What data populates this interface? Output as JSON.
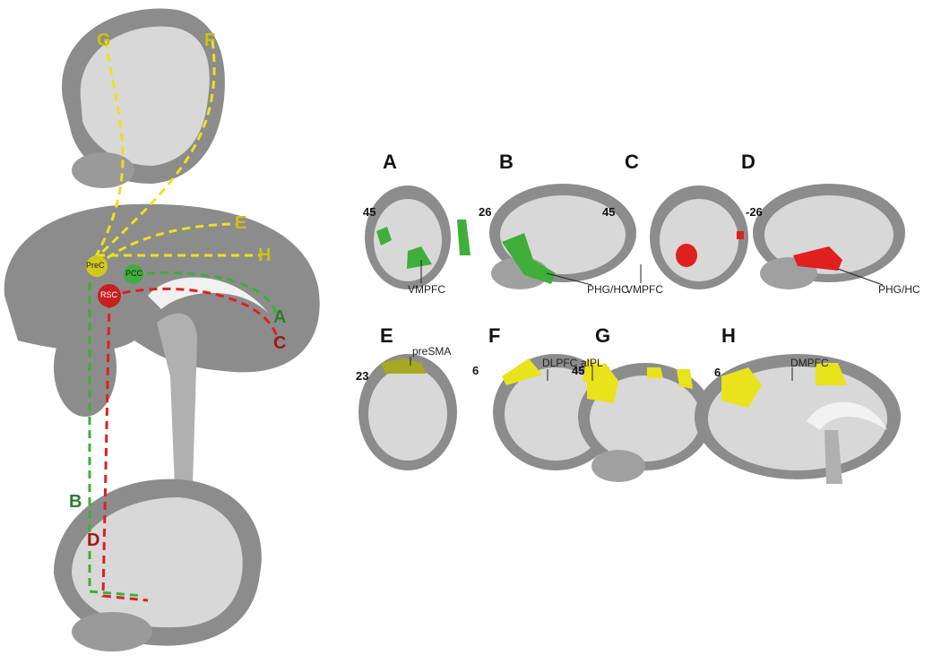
{
  "colors": {
    "green": "#3fae3a",
    "red": "#e0201f",
    "yellow": "#e9e31c",
    "brain": "#8c8c8c",
    "white_matter": "#d8d8d8"
  },
  "overview": {
    "routes": {
      "G": "G",
      "F": "F",
      "E": "E",
      "H": "H",
      "A": "A",
      "C": "C",
      "B": "B",
      "D": "D"
    },
    "nodes": {
      "prec": "PreC",
      "pcc": "PCC",
      "rsc": "RSC"
    }
  },
  "panels": [
    {
      "letter": "A",
      "slice": "45",
      "region": "VMPFC",
      "color": "green"
    },
    {
      "letter": "B",
      "slice": "26",
      "region": "PHG/HC",
      "color": "green"
    },
    {
      "letter": "C",
      "slice": "45",
      "region": "VMPFC",
      "color": "red"
    },
    {
      "letter": "D",
      "slice": "-26",
      "region": "PHG/HC",
      "color": "red"
    },
    {
      "letter": "E",
      "slice": "23",
      "region": "preSMA",
      "color": "yellow"
    },
    {
      "letter": "F",
      "slice": "6",
      "region": "DLPFC",
      "color": "yellow"
    },
    {
      "letter": "G",
      "slice": "45",
      "region": "aIPL",
      "color": "yellow"
    },
    {
      "letter": "H",
      "slice": "6",
      "region": "DMPFC",
      "color": "yellow"
    }
  ]
}
